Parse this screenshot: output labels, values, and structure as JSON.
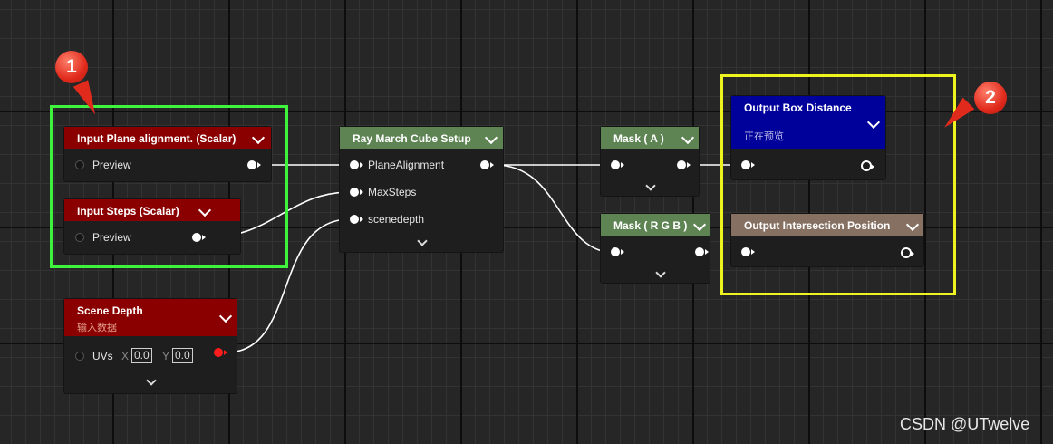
{
  "nodes": {
    "input_plane": {
      "title": "Input Plane alignment. (Scalar)",
      "pin": "Preview",
      "color": "#8a0000"
    },
    "input_steps": {
      "title": "Input Steps (Scalar)",
      "pin": "Preview",
      "color": "#8a0000"
    },
    "scene_depth": {
      "title": "Scene Depth",
      "subtitle": "输入数据",
      "pin": "UVs",
      "x_label": "X",
      "x_value": "0.0",
      "y_label": "Y",
      "y_value": "0.0",
      "color": "#8a0000"
    },
    "ray_march": {
      "title": "Ray March Cube Setup",
      "pins": [
        "PlaneAlignment",
        "MaxSteps",
        "scenedepth"
      ],
      "color": "#5e8454"
    },
    "mask_a": {
      "title": "Mask ( A )",
      "color": "#5e8454"
    },
    "mask_rgb": {
      "title": "Mask ( R G B )",
      "color": "#5e8454"
    },
    "output_box": {
      "title": "Output Box Distance",
      "subtitle": "正在预览",
      "color": "#00009a"
    },
    "output_intersection": {
      "title": "Output Intersection Position",
      "color": "#857062"
    }
  },
  "annotations": {
    "badge_1": "1",
    "badge_2": "2",
    "frame_1_color": "#3ef23e",
    "frame_2_color": "#eef21f"
  },
  "watermark": "CSDN @UTwelve"
}
